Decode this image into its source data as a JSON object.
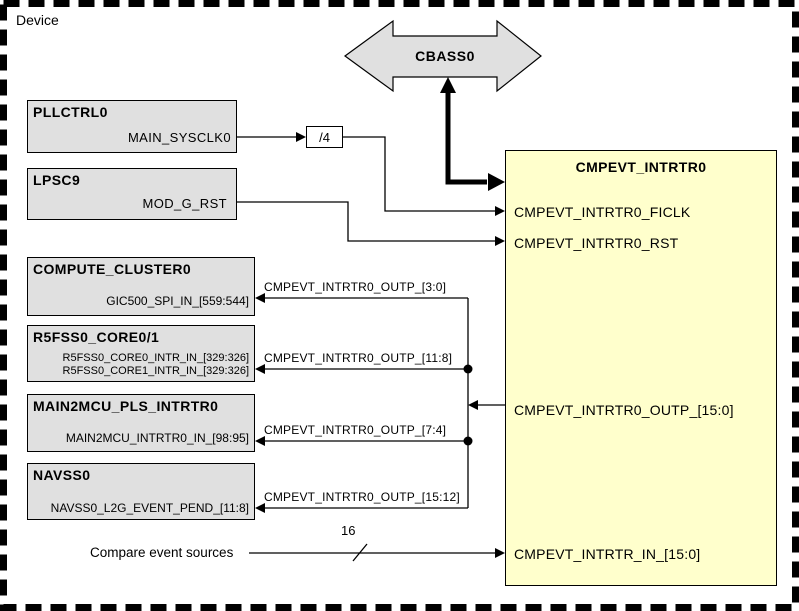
{
  "device_label": "Device",
  "cbass": {
    "label": "CBASS0"
  },
  "divider": {
    "label": "/4"
  },
  "blocks": {
    "pllctrl": {
      "title": "PLLCTRL0",
      "ports": [
        "MAIN_SYSCLK0"
      ]
    },
    "lpsc": {
      "title": "LPSC9",
      "ports": [
        "MOD_G_RST"
      ]
    },
    "compute_cluster": {
      "title": "COMPUTE_CLUSTER0",
      "ports": [
        "GIC500_SPI_IN_[559:544]"
      ]
    },
    "r5fss": {
      "title": "R5FSS0_CORE0/1",
      "ports": [
        "R5FSS0_CORE0_INTR_IN_[329:326]",
        "R5FSS0_CORE1_INTR_IN_[329:326]"
      ]
    },
    "main2mcu": {
      "title": "MAIN2MCU_PLS_INTRTR0",
      "ports": [
        "MAIN2MCU_INTRTR0_IN_[98:95]"
      ]
    },
    "navss": {
      "title": "NAVSS0",
      "ports": [
        "NAVSS0_L2G_EVENT_PEND_[11:8]"
      ]
    },
    "cmpevt": {
      "title": "CMPEVT_INTRTR0",
      "ports": [
        "CMPEVT_INTRTR0_FICLK",
        "CMPEVT_INTRTR0_RST",
        "CMPEVT_INTRTR0_OUTP_[15:0]",
        "CMPEVT_INTRTR_IN_[15:0]"
      ]
    }
  },
  "wire_labels": {
    "outp_3_0": "CMPEVT_INTRTR0_OUTP_[3:0]",
    "outp_11_8": "CMPEVT_INTRTR0_OUTP_[11:8]",
    "outp_7_4": "CMPEVT_INTRTR0_OUTP_[7:4]",
    "outp_15_12": "CMPEVT_INTRTR0_OUTP_[15:12]",
    "compare_sources": "Compare event sources",
    "bus_width": "16"
  },
  "colors": {
    "block_fill": "#e0e0e0",
    "router_fill": "#ffffcc",
    "line": "#000000",
    "background": "#ffffff"
  }
}
